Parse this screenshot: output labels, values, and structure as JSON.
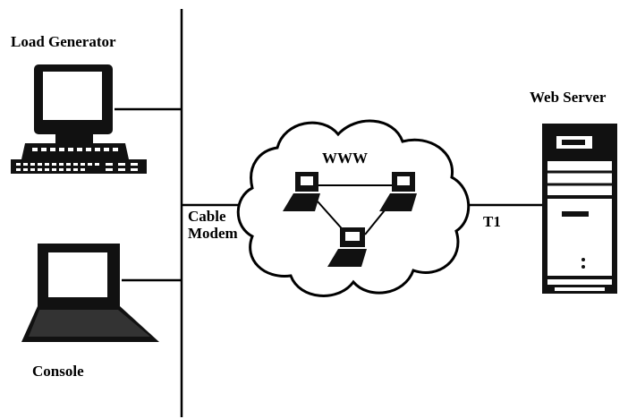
{
  "labels": {
    "load_generator": "Load Generator",
    "console": "Console",
    "cable_modem_line1": "Cable",
    "cable_modem_line2": "Modem",
    "internet": "WWW",
    "link": "T1",
    "server": "Web Server"
  },
  "icons": {
    "load_generator": "desktop-computer-icon",
    "console": "laptop-icon",
    "internet": "cloud-icon",
    "server": "tower-server-icon"
  }
}
